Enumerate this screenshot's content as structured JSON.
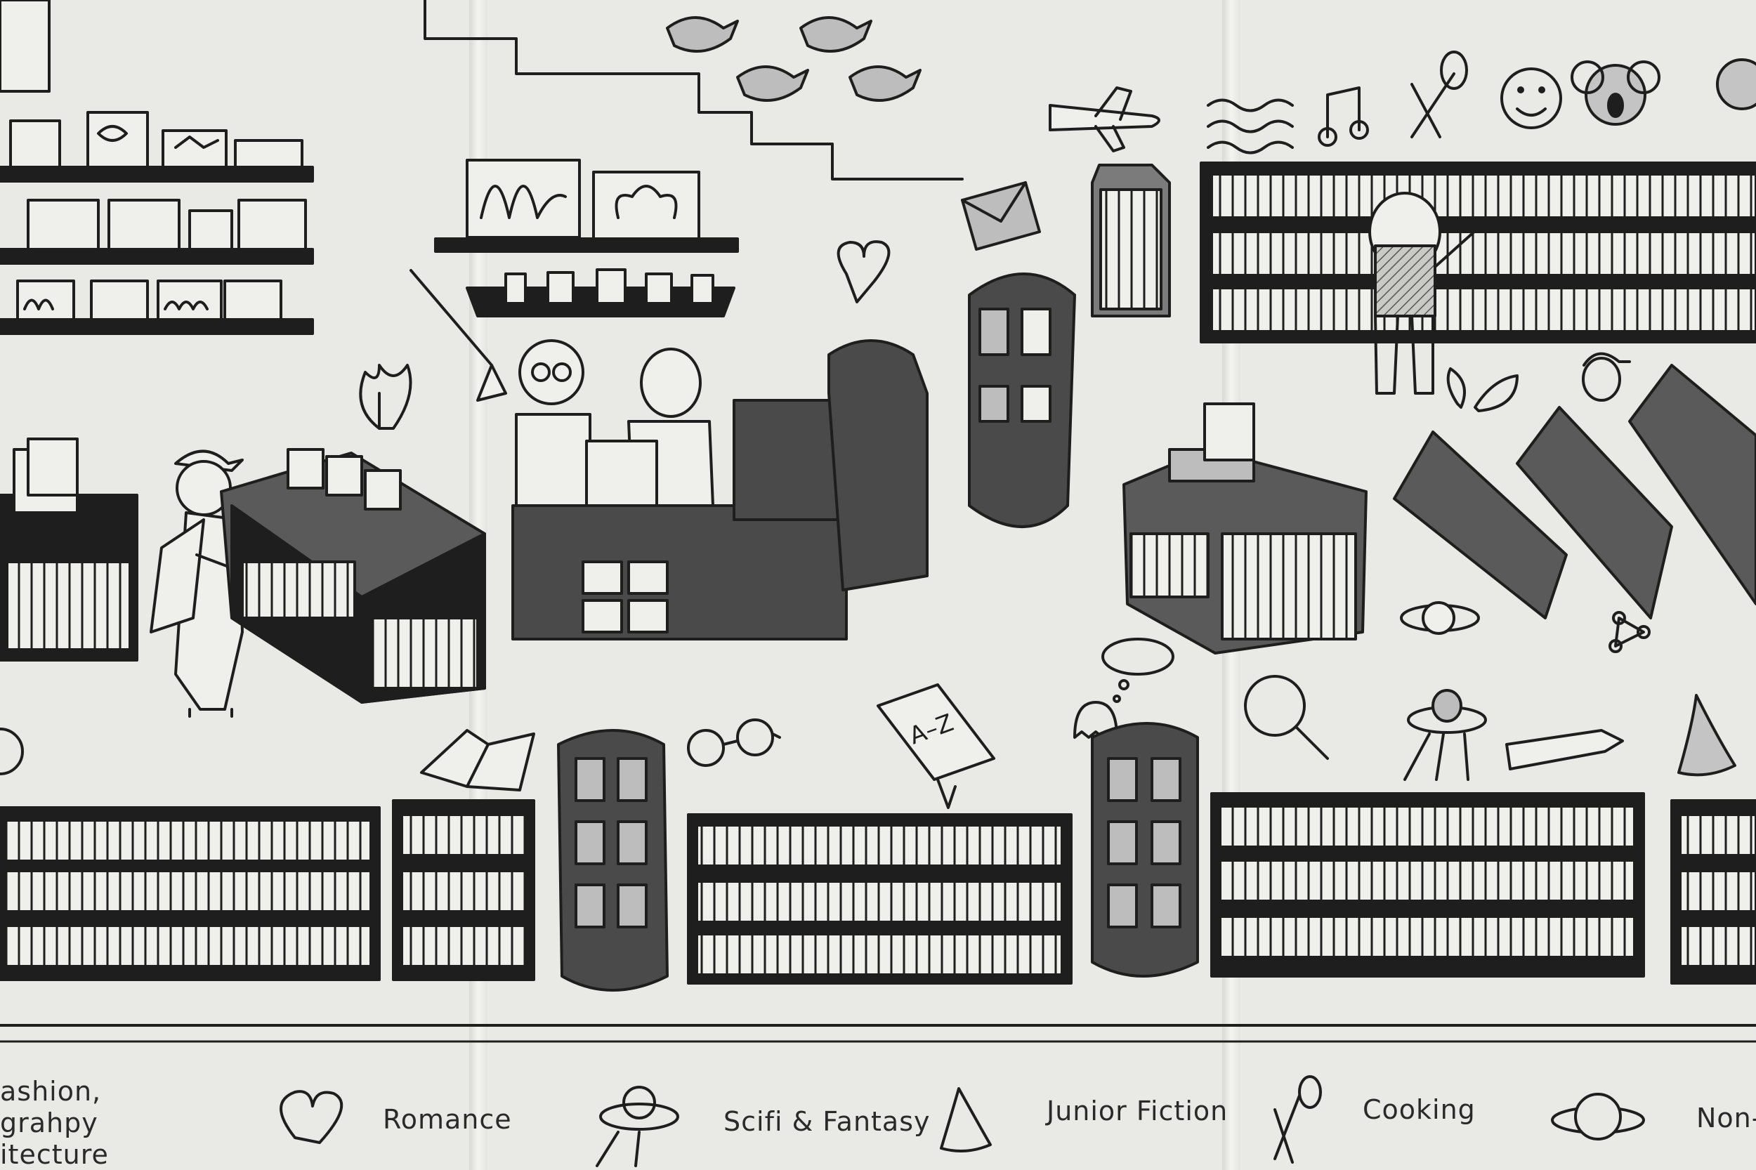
{
  "legend": {
    "fashion_lines": [
      "ashion,",
      "grahpy",
      "itecture"
    ],
    "romance": "Romance",
    "scifi": "Scifi & Fantasy",
    "junior": "Junior Fiction",
    "cooking": "Cooking",
    "nonfiction": "Non-"
  },
  "book_labels": {
    "a_z": "A–Z"
  },
  "colors": {
    "paper": "#e9e9e6",
    "ink": "#1e1e1e",
    "wash_dark": "#4a4a4a",
    "wash_mid": "#8c8c8c",
    "wash_light": "#c4c4c4"
  }
}
